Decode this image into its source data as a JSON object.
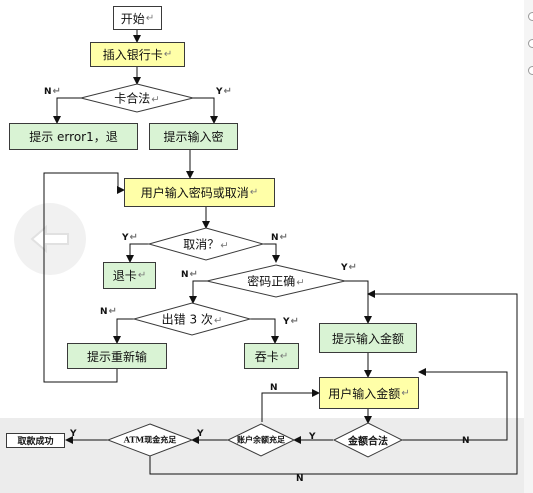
{
  "nodes": {
    "start": "开始",
    "insert_card": "插入银行卡",
    "card_valid": "卡合法",
    "error_box": "提示 error1，退",
    "prompt_pwd": "提示输入密",
    "enter_pwd": "用户输入密码或取消",
    "cancel": "取消？",
    "eject": "退卡",
    "pwd_correct": "密码正确",
    "wrong_3": "出错 3 次",
    "retry": "提示重新输",
    "no_card": "吞卡",
    "prompt_amount": "提示输入金额",
    "enter_amount": "用户输入金额",
    "amount_valid": "金额合法",
    "balance_enough": "账户余额充足",
    "atm_enough": "ATM现金充足",
    "success": "取款成功"
  },
  "mark": "↵",
  "branches": {
    "yes": "Y",
    "no": "N"
  },
  "colors": {
    "process": "#ffffa8",
    "outcome": "#d9f3d4",
    "stroke": "#3a3a3a"
  }
}
